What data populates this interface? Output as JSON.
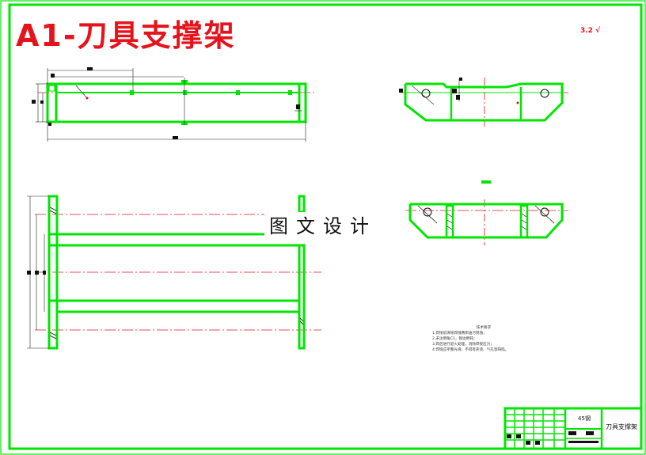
{
  "drawing": {
    "title": "A1-刀具支撑架",
    "watermark": "图文设计",
    "roughness_mark": "3.2",
    "tech_requirements": {
      "heading": "技术要求",
      "lines": [
        "1.焊接前清除焊缝两侧油污锈蚀；",
        "2.未注倒角C1，锐边倒钝；",
        "3.焊后进行退火处理，消除焊接应力；",
        "4.焊缝应平整光滑，不得有夹渣、气孔等缺陷。"
      ]
    },
    "title_block": {
      "material": "45钢",
      "part_name": "刀具支撑架"
    }
  },
  "colors": {
    "outline": "#00e600",
    "centerline": "#e5141c",
    "dimension": "#222222",
    "title": "#e5141c"
  }
}
